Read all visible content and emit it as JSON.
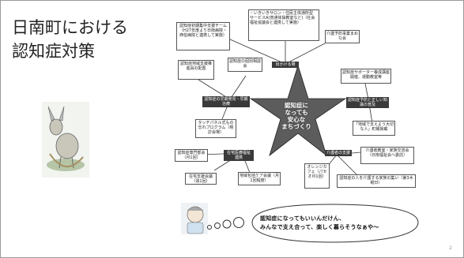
{
  "slide": {
    "title_line1": "日南町における",
    "title_line2": "認知症対策",
    "page_number": "2"
  },
  "center": {
    "text_lines": [
      "認知症に",
      "なっても",
      "安心な",
      "まちづくり"
    ]
  },
  "hubs": {
    "top": "出かける場",
    "left": "認知症の早期発見・早期治療",
    "right": "認知症予防と正しい知識の普及",
    "bottom_left": "在宅医療福祉連携",
    "bottom_right": "介護者の支援"
  },
  "boxes": {
    "saron": "・いきいきサロン・住民主体通所型 サービスA(普通体操教室など)（社会福祉協議会と連携して実施）",
    "kaigo_yobo": "介護予防事業まめな会",
    "shien_team": "認知症初期集中支援チーム（H27年度より日南病院・西伯病院と連携して実施）",
    "chiiki_shien": "認知症地域支援推進員の配置",
    "kobetsu": "認知症の個別相談会",
    "touch_panel": "タッチパネル式もの忘れプログラム（検診会場）",
    "supporter": "認知症サポーター養成講座開催、運動教室等",
    "ninchi_aru": "「地域で支えよう大切な人」町報掲載",
    "bukai": "認知症専門部会（月1回）",
    "zaitaku_shien": "在宅支援会議（週1回）",
    "chiiki_care": "地域包括ケア会議（月1回程度）",
    "kaigosha_kouryu": "介護者教室・家族交流会（日南福祉会へ委託）",
    "orange_cafe": "オレンジカフェ（パセオ月1回）",
    "kazoku_tsudoi": "認知症の人を介護する家族の集い（第3木曜日）"
  },
  "bubble": {
    "line1": "認知症になってもいいんだけん、",
    "line2": "みんなで支え合って、楽しく暮らそうなぁや〜"
  }
}
